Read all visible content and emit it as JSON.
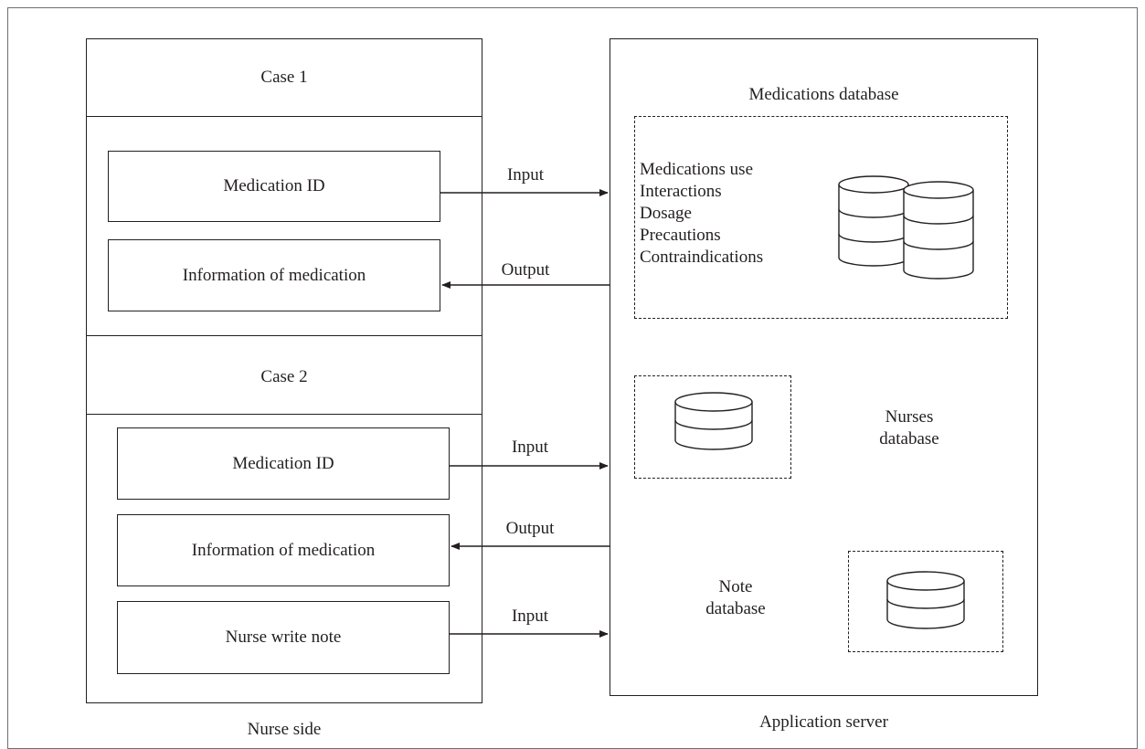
{
  "nurse_side": {
    "label": "Nurse side",
    "case1": {
      "title": "Case 1",
      "medication_id": "Medication ID",
      "information": "Information of medication"
    },
    "case2": {
      "title": "Case 2",
      "medication_id": "Medication ID",
      "information": "Information of medication",
      "write_note": "Nurse write note"
    }
  },
  "server": {
    "label": "Application server",
    "medications_db": {
      "title": "Medications database",
      "items": [
        "Medications use",
        "Interactions",
        "Dosage",
        "Precautions",
        "Contraindications"
      ]
    },
    "nurses_db": {
      "line1": "Nurses",
      "line2": "database"
    },
    "note_db": {
      "line1": "Note",
      "line2": "database"
    }
  },
  "arrows": {
    "a1": "Input",
    "a2": "Output",
    "a3": "Input",
    "a4": "Output",
    "a5": "Input"
  }
}
